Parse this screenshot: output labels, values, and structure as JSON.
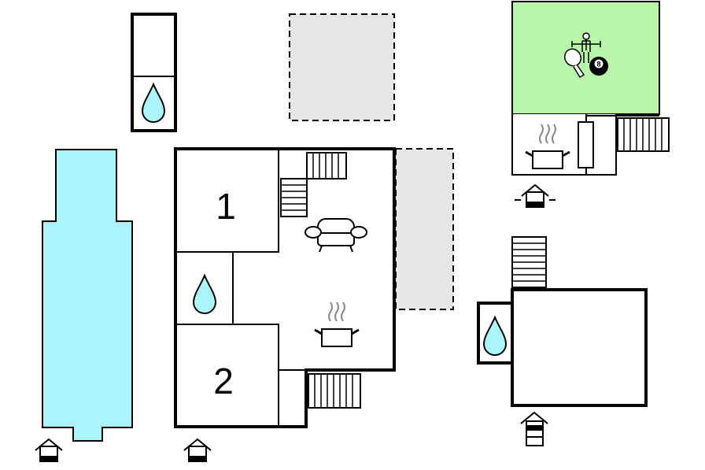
{
  "rooms": [
    {
      "id": "bedroom-1",
      "label": "1"
    },
    {
      "id": "bedroom-2",
      "label": "2"
    }
  ],
  "billiard_ball": {
    "label": "8"
  },
  "colors": {
    "pool": "#aaf5fa",
    "terrace": "#e6e6e6",
    "games_room": "#b9f5aa",
    "wall": "#000000",
    "background": "#ffffff"
  },
  "icons": [
    "water-drop-icon",
    "sofa-icon",
    "kitchen-pot-icon",
    "stairs-icon",
    "entrance-icon",
    "table-tennis-icon",
    "table-football-icon",
    "billiard-ball-icon"
  ]
}
